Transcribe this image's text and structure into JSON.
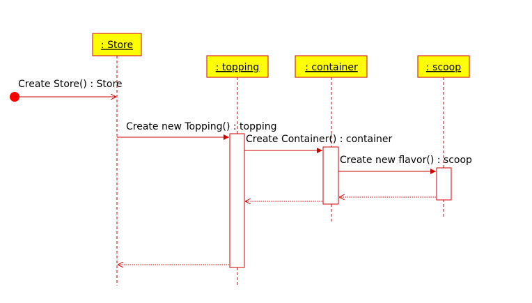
{
  "lifelines": {
    "store": ": Store",
    "topping": ": topping",
    "container": ": container",
    "scoop": ": scoop"
  },
  "messages": {
    "create_store": "Create Store() : Store",
    "create_topping": "Create new Topping() : topping",
    "create_container": "Create Container() : container",
    "create_flavor": "Create new flavor() : scoop"
  },
  "colors": {
    "line": "#cc0000",
    "box_fill": "#ffff00",
    "start_dot": "#ff0000"
  }
}
